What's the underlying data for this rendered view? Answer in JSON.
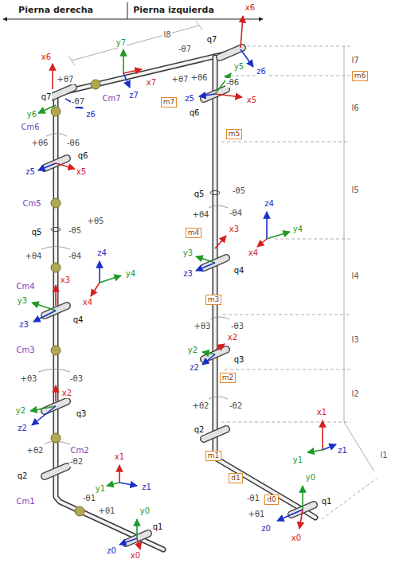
{
  "diagram": {
    "nodes": [
      {
        "text": [
          "m7"
        ]
      },
      {
        "text": [
          "m6"
        ]
      },
      {
        "text": [
          "m5"
        ]
      },
      {
        "text": [
          "m4"
        ]
      },
      {
        "text": [
          "m3"
        ]
      },
      {
        "text": [
          "m2"
        ]
      },
      {
        "text": [
          "m1"
        ]
      },
      {
        "text": [
          "d1"
        ]
      },
      {
        "text": [
          "d0"
        ]
      }
    ],
    "labels": [
      "Pierna derecha",
      "Pierna izquierda",
      "x6",
      "q7",
      "+θ7",
      "-θ7",
      "z6",
      "y6",
      "Cm6",
      "+θ6",
      "-θ6",
      "q6",
      "z5",
      "x5",
      "Cm7",
      "y7",
      "x7",
      "z7",
      "l8",
      "Cm5",
      "q5",
      "-θ5",
      "+θ5",
      "+θ4",
      "-θ4",
      "Cm4",
      "x3",
      "z4",
      "y4",
      "x4",
      "y3",
      "z3",
      "q4",
      "Cm3",
      "+θ3",
      "-θ3",
      "x2",
      "y2",
      "z2",
      "q3",
      "Cm2",
      "+θ2",
      "-θ2",
      "q2",
      "x1",
      "y1",
      "z1",
      "Cm1",
      "-θ1",
      "+θ1",
      "z0",
      "y0",
      "q1",
      "x0",
      "x6",
      "q7",
      "-θ7",
      "+θ7",
      "z6",
      "y5",
      "+θ6",
      "-θ6",
      "q6",
      "z5",
      "x5",
      "q5",
      "-θ5",
      "+θ4",
      "-θ4",
      "x3",
      "z4",
      "y4",
      "x4",
      "y3",
      "z3",
      "q4",
      "+θ3",
      "-θ3",
      "x2",
      "y2",
      "z2",
      "q3",
      "+θ2",
      "-θ2",
      "q2",
      "x1",
      "y1",
      "z1",
      "y0",
      "z0",
      "-θ1",
      "+θ1",
      "q1",
      "x0",
      "l7",
      "l6",
      "l5",
      "l4",
      "l3",
      "l2",
      "l1"
    ]
  }
}
